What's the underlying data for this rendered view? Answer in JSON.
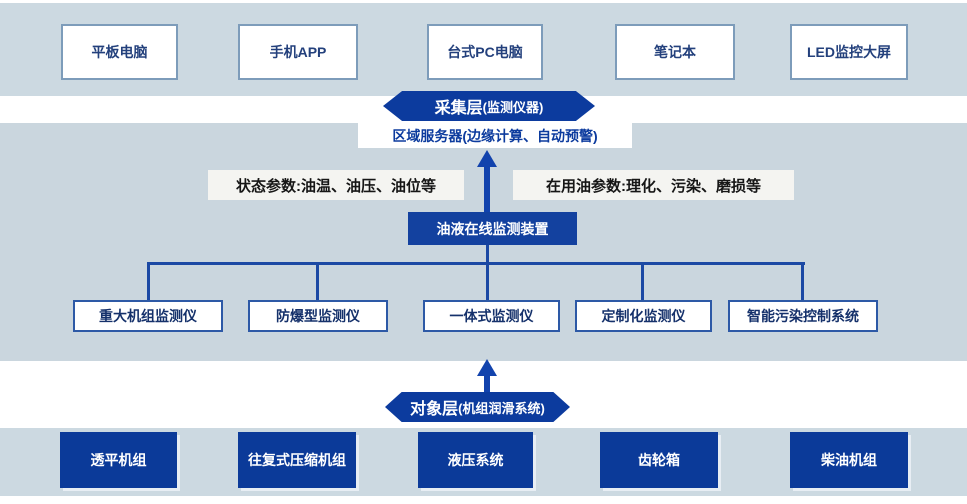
{
  "collection_layer": {
    "title": "采集层",
    "subtitle": "(监测仪器)"
  },
  "object_layer": {
    "title": "对象层",
    "subtitle": "(机组润滑系统)"
  },
  "terminals": {
    "items": [
      "平板电脑",
      "手机APP",
      "台式PC电脑",
      "笔记本",
      "LED监控大屏"
    ]
  },
  "server": {
    "label": "区域服务器(边缘计算、自动预警)"
  },
  "parameters": {
    "state": "状态参数:油温、油压、油位等",
    "oil": "在用油参数:理化、污染、磨损等"
  },
  "device": {
    "label": "油液在线监测装置"
  },
  "monitors": {
    "items": [
      "重大机组监测仪",
      "防爆型监测仪",
      "一体式监测仪",
      "定制化监测仪",
      "智能污染控制系统"
    ]
  },
  "objects": {
    "items": [
      "透平机组",
      "往复式压缩机组",
      "液压系统",
      "齿轮箱",
      "柴油机组"
    ]
  },
  "colors": {
    "band_blue": "#ccd9e1",
    "primary_blue": "#0c3b9e",
    "line_blue": "#1b49a4",
    "label_bg": "#f4f4f1"
  }
}
